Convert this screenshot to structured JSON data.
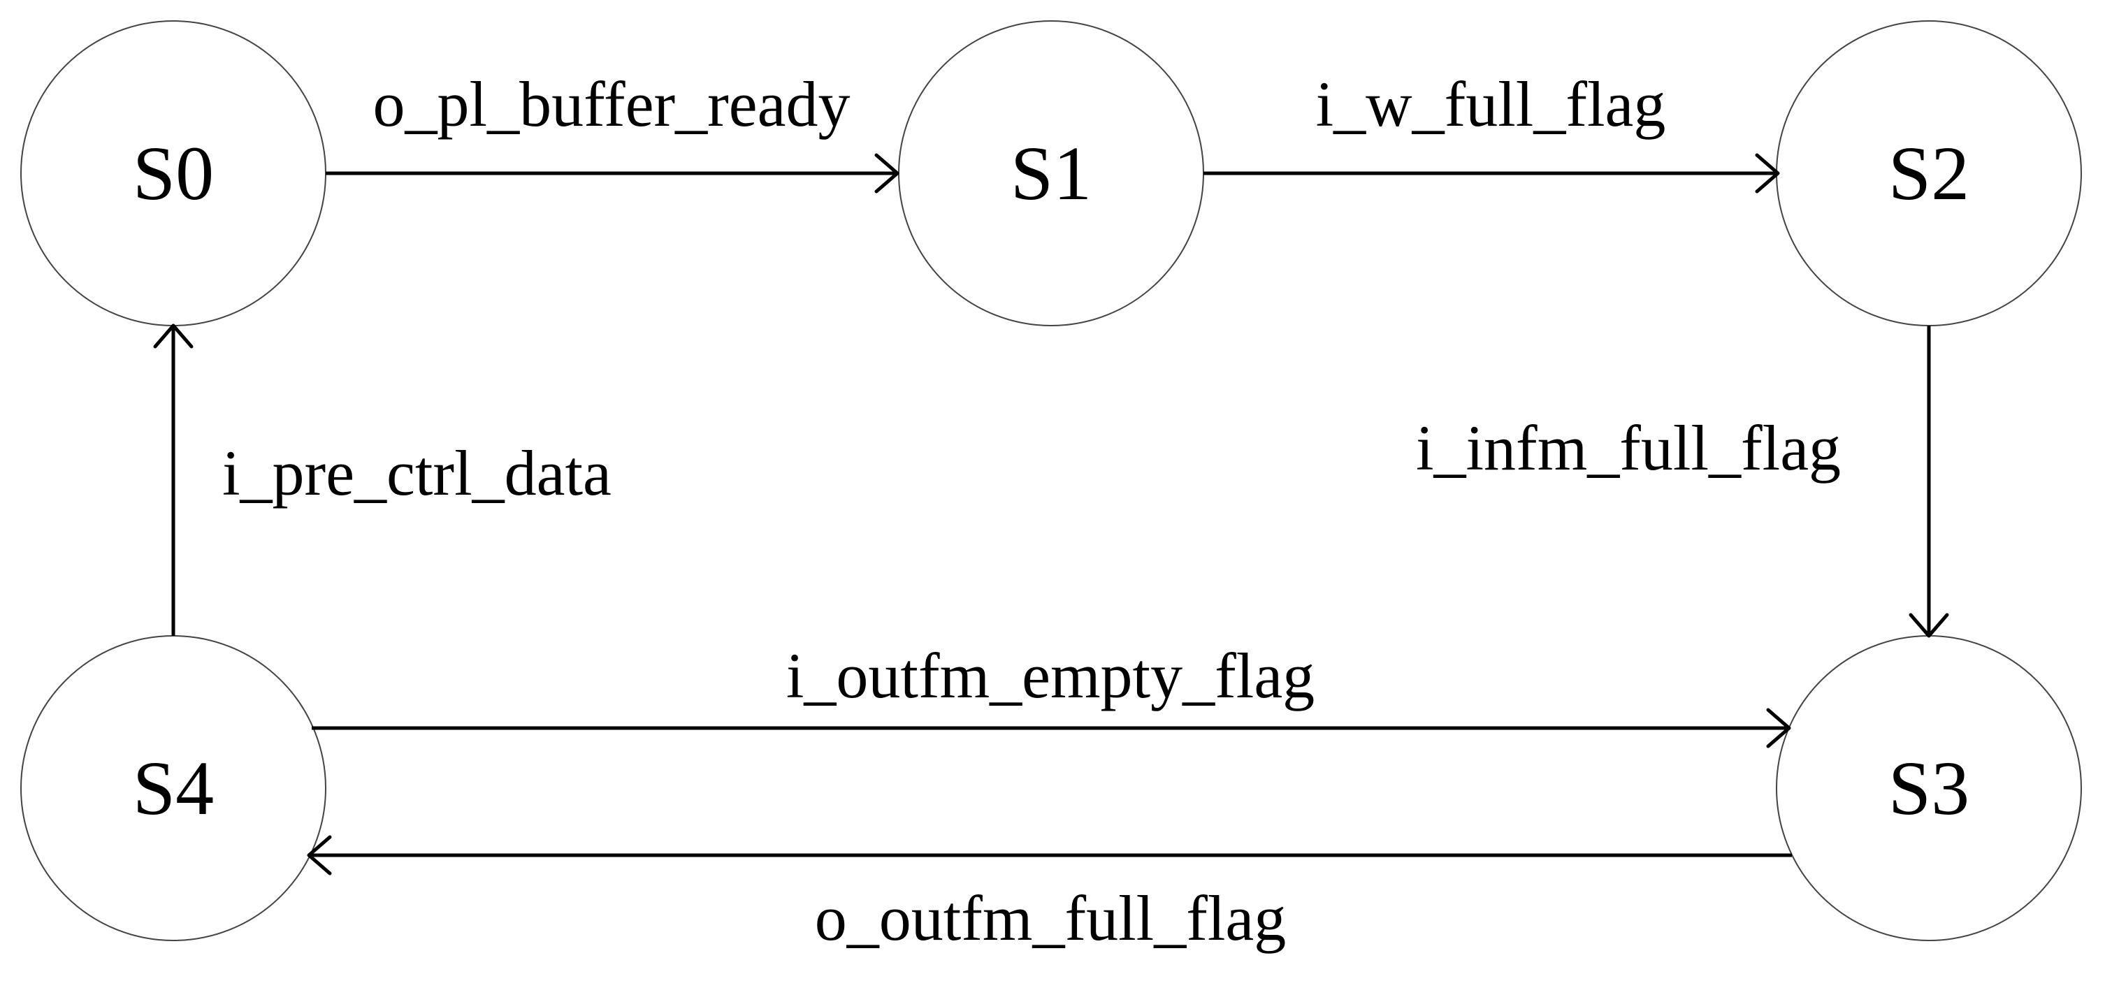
{
  "states": [
    {
      "id": "S0",
      "label": "S0"
    },
    {
      "id": "S1",
      "label": "S1"
    },
    {
      "id": "S2",
      "label": "S2"
    },
    {
      "id": "S3",
      "label": "S3"
    },
    {
      "id": "S4",
      "label": "S4"
    }
  ],
  "transitions": [
    {
      "from": "S0",
      "to": "S1",
      "label": "o_pl_buffer_ready"
    },
    {
      "from": "S1",
      "to": "S2",
      "label": "i_w_full_flag"
    },
    {
      "from": "S2",
      "to": "S3",
      "label": "i_infm_full_flag"
    },
    {
      "from": "S4",
      "to": "S3",
      "label": "i_outfm_empty_flag"
    },
    {
      "from": "S3",
      "to": "S4",
      "label": "o_outfm_full_flag"
    },
    {
      "from": "S4",
      "to": "S0",
      "label": "i_pre_ctrl_data"
    }
  ]
}
